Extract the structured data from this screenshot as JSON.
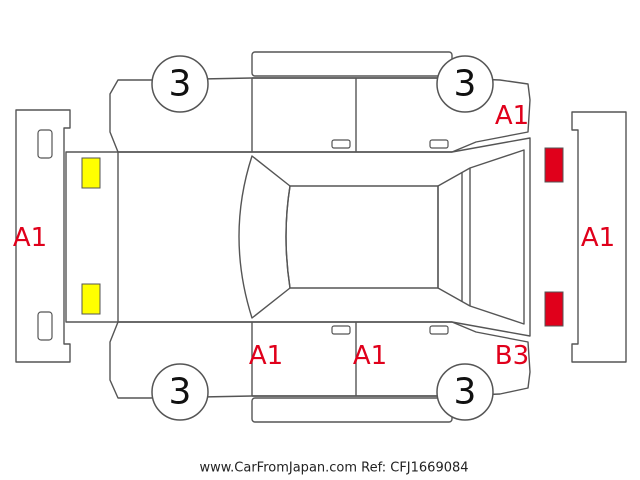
{
  "wheels": [
    {
      "id": "front-left",
      "label": "3"
    },
    {
      "id": "front-right",
      "label": "3"
    },
    {
      "id": "rear-left",
      "label": "3"
    },
    {
      "id": "rear-right",
      "label": "3"
    }
  ],
  "damage_codes": [
    {
      "id": "rear-bumper",
      "label": "A1"
    },
    {
      "id": "front-bumper",
      "label": "A1"
    },
    {
      "id": "front-right-fender",
      "label": "A1"
    },
    {
      "id": "left-rear-door",
      "label": "A1"
    },
    {
      "id": "left-front-door",
      "label": "A1"
    },
    {
      "id": "left-front-fender",
      "label": "B3"
    }
  ],
  "markers": {
    "rear_lamp_color": "#ffff00",
    "front_lamp_color": "#e0001b"
  },
  "footer": {
    "caption": "www.CarFromJapan.com Ref: CFJ1669084"
  }
}
